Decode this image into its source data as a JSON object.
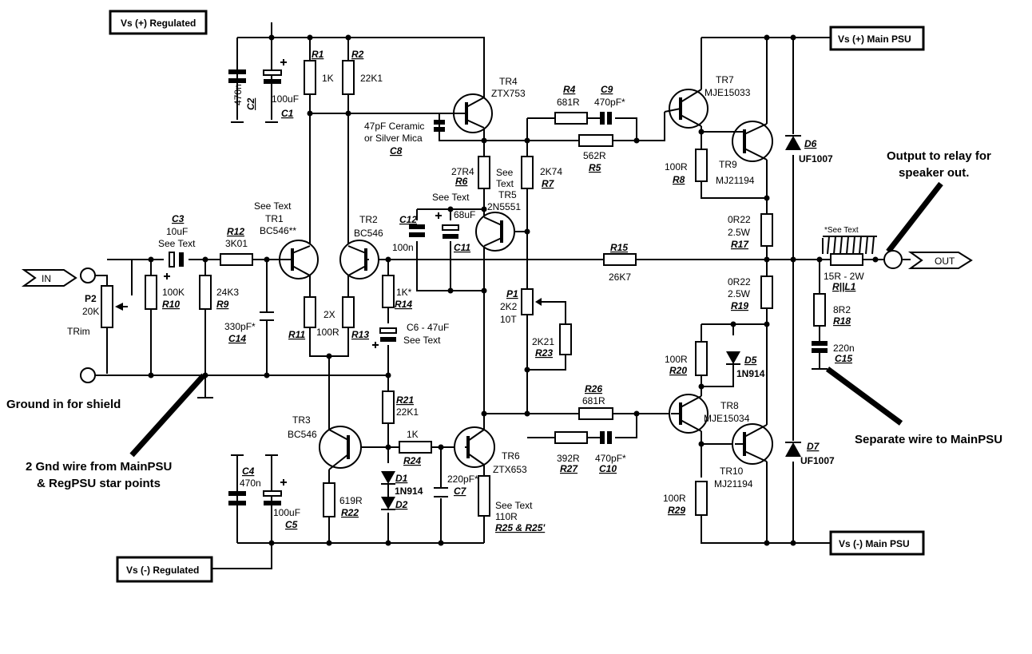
{
  "supply": {
    "vs_pos_reg": "Vs (+) Regulated",
    "vs_neg_reg": "Vs (-) Regulated",
    "vs_pos_main": "Vs (+) Main PSU",
    "vs_neg_main": "Vs (-) Main PSU"
  },
  "ports": {
    "in": "IN",
    "out": "OUT"
  },
  "notes": {
    "ground_in": "Ground in for shield",
    "gnd_wire_1": "2 Gnd wire from MainPSU",
    "gnd_wire_2": "& RegPSU star points",
    "output_relay_1": "Output to relay for",
    "output_relay_2": "speaker out.",
    "separate_wire": "Separate wire to MainPSU",
    "see_text_l1": "*See Text"
  },
  "components": {
    "C2": {
      "ref": "C2",
      "value": "470n"
    },
    "C1": {
      "ref": "C1",
      "value": "100uF"
    },
    "R1": {
      "ref": "R1",
      "value": "1K"
    },
    "R2": {
      "ref": "R2",
      "value": "22K1"
    },
    "TR4": {
      "ref": "TR4",
      "value": "ZTX753"
    },
    "C8": {
      "ref": "C8",
      "value1": "47pF Ceramic",
      "value2": "or Silver Mica"
    },
    "R4": {
      "ref": "R4",
      "value": "681R"
    },
    "C9": {
      "ref": "C9",
      "value": "470pF*"
    },
    "R5": {
      "ref": "R5",
      "value": "562R"
    },
    "TR7": {
      "ref": "TR7",
      "value": "MJE15033"
    },
    "TR9": {
      "ref": "TR9",
      "value": "MJ21194"
    },
    "R8": {
      "ref": "R8",
      "value": "100R"
    },
    "D6": {
      "ref": "D6",
      "value": "UF1007"
    },
    "R6": {
      "ref": "R6",
      "value": "27R4"
    },
    "TR5": {
      "ref": "TR5",
      "value": "2N5551",
      "note1": "See",
      "note2": "Text"
    },
    "R7": {
      "ref": "R7",
      "value": "2K74"
    },
    "C12": {
      "ref": "C12",
      "value": "100n"
    },
    "C11": {
      "ref": "C11",
      "value": "68uF",
      "note": "See Text"
    },
    "C3": {
      "ref": "C3",
      "value": "10uF",
      "note": "See Text"
    },
    "R12": {
      "ref": "R12",
      "value": "3K01"
    },
    "TR1": {
      "ref": "TR1",
      "value": "BC546**",
      "note": "See Text"
    },
    "TR2": {
      "ref": "TR2",
      "value": "BC546"
    },
    "R14": {
      "ref": "R14",
      "value": "1K*"
    },
    "R15": {
      "ref": "R15",
      "value": "26K7"
    },
    "R17": {
      "ref": "R17",
      "value1": "0R22",
      "value2": "2.5W"
    },
    "L1": {
      "ref": "R||L1",
      "value": "15R - 2W"
    },
    "P2": {
      "ref": "P2",
      "value": "20K",
      "note": "TRim"
    },
    "R10": {
      "ref": "R10",
      "value": "100K"
    },
    "R9": {
      "ref": "R9",
      "value": "24K3"
    },
    "C14": {
      "ref": "C14",
      "value": "330pF*"
    },
    "R11": {
      "ref": "R11",
      "value": "2X"
    },
    "R13": {
      "ref": "R13",
      "value": "100R"
    },
    "C6": {
      "ref": "C6",
      "value": "C6 - 47uF",
      "note": "See Text"
    },
    "P1": {
      "ref": "P1",
      "value1": "2K2",
      "value2": "10T"
    },
    "R23": {
      "ref": "R23",
      "value": "2K21"
    },
    "R19": {
      "ref": "R19",
      "value1": "0R22",
      "value2": "2.5W"
    },
    "R18": {
      "ref": "R18",
      "value": "8R2"
    },
    "C15": {
      "ref": "C15",
      "value": "220n"
    },
    "R20": {
      "ref": "R20",
      "value": "100R"
    },
    "D5": {
      "ref": "D5",
      "value": "1N914"
    },
    "R21": {
      "ref": "R21",
      "value": "22K1"
    },
    "R26": {
      "ref": "R26",
      "value": "681R"
    },
    "TR8": {
      "ref": "TR8",
      "value": "MJE15034"
    },
    "TR3": {
      "ref": "TR3",
      "value": "BC546"
    },
    "R24": {
      "ref": "R24",
      "value": "1K"
    },
    "TR6": {
      "ref": "TR6",
      "value": "ZTX653"
    },
    "R27": {
      "ref": "R27",
      "value": "392R"
    },
    "C10": {
      "ref": "C10",
      "value": "470pF*"
    },
    "TR10": {
      "ref": "TR10",
      "value": "MJ21194"
    },
    "D7": {
      "ref": "D7",
      "value": "UF1007"
    },
    "C4": {
      "ref": "C4",
      "value": "470n"
    },
    "C5": {
      "ref": "C5",
      "value": "100uF"
    },
    "R22": {
      "ref": "R22",
      "value": "619R"
    },
    "D1": {
      "ref": "D1",
      "value": "1N914"
    },
    "D2": {
      "ref": "D2"
    },
    "C7": {
      "ref": "C7",
      "value": "220pF*"
    },
    "R25": {
      "ref": "R25 & R25'",
      "value": "110R",
      "note": "See Text"
    },
    "R29": {
      "ref": "R29",
      "value": "100R"
    }
  }
}
